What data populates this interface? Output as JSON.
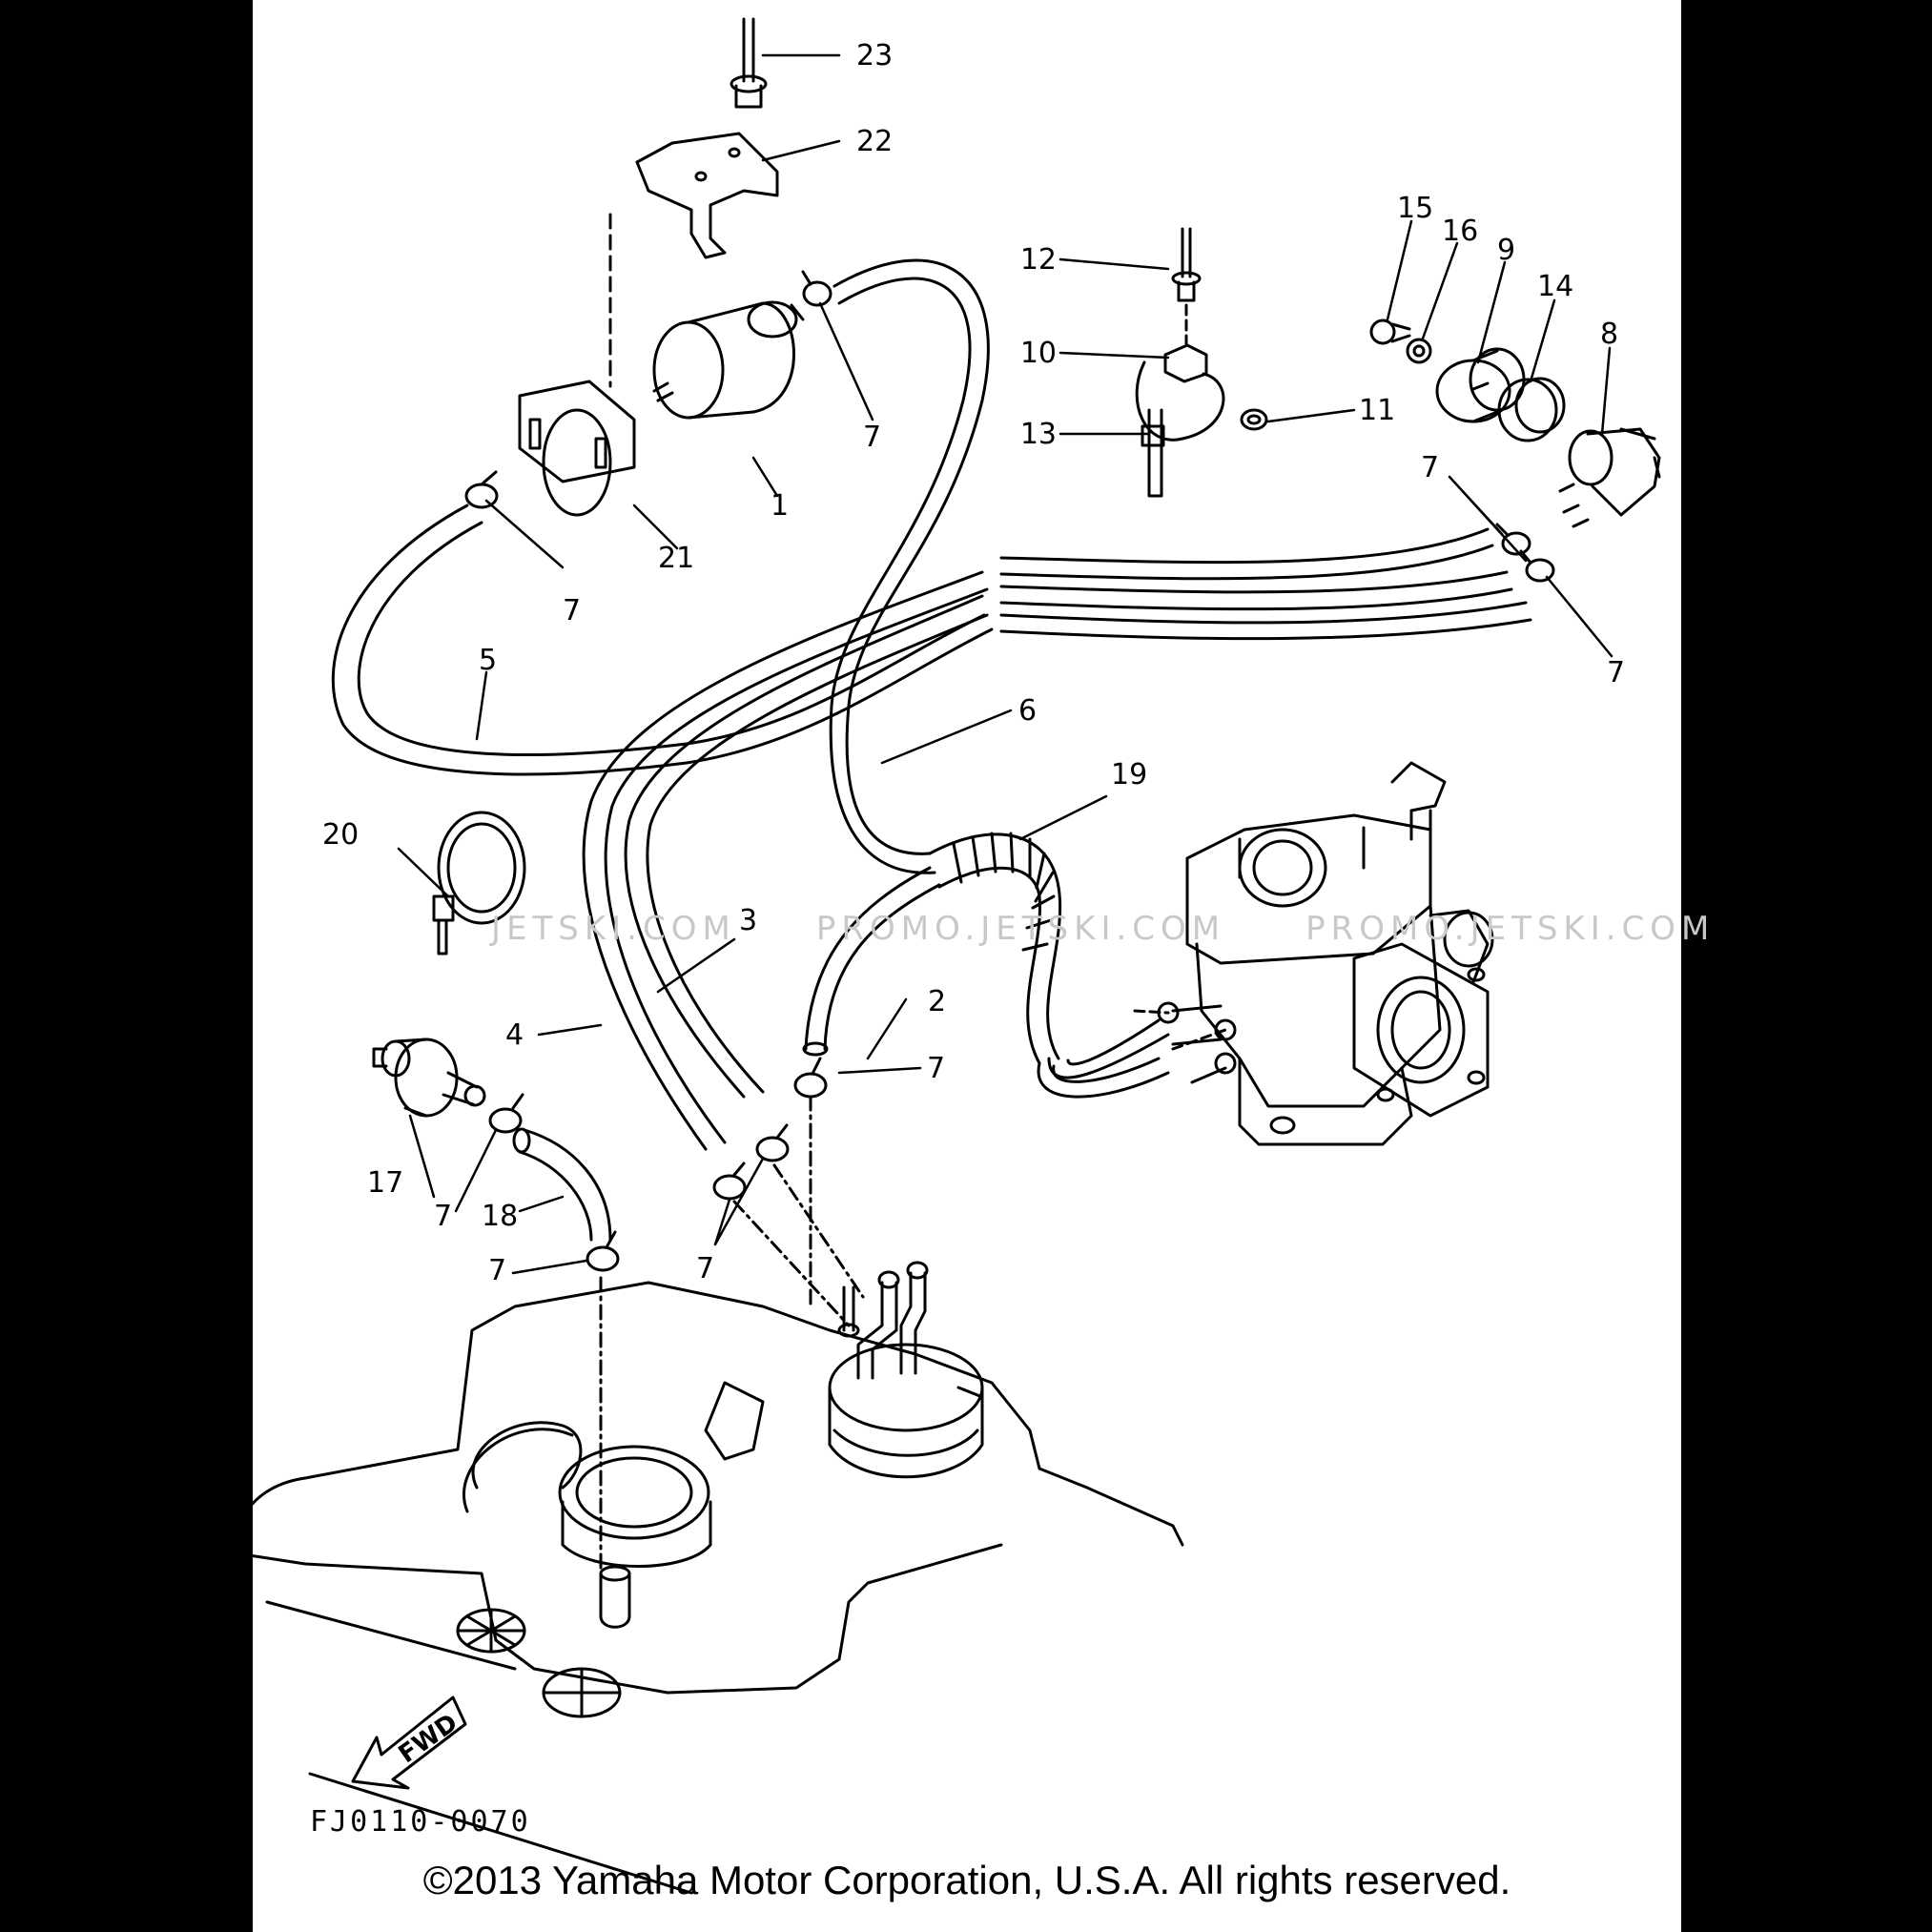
{
  "callouts": {
    "n1": "1",
    "n2": "2",
    "n3": "3",
    "n4": "4",
    "n5": "5",
    "n6": "6",
    "n7": "7",
    "n8": "8",
    "n9": "9",
    "n10": "10",
    "n11": "11",
    "n12": "12",
    "n13": "13",
    "n14": "14",
    "n15": "15",
    "n16": "16",
    "n17": "17",
    "n18": "18",
    "n19": "19",
    "n20": "20",
    "n21": "21",
    "n22": "22",
    "n23": "23"
  },
  "watermark": "JETSKI.COM     PROMO.JETSKI.COM     PROMO.JETSKI.COM",
  "fwd_label": "FWD",
  "diagram_code": "FJ0110-0070",
  "copyright": "©2013 Yamaha Motor Corporation, U.S.A. All rights reserved."
}
